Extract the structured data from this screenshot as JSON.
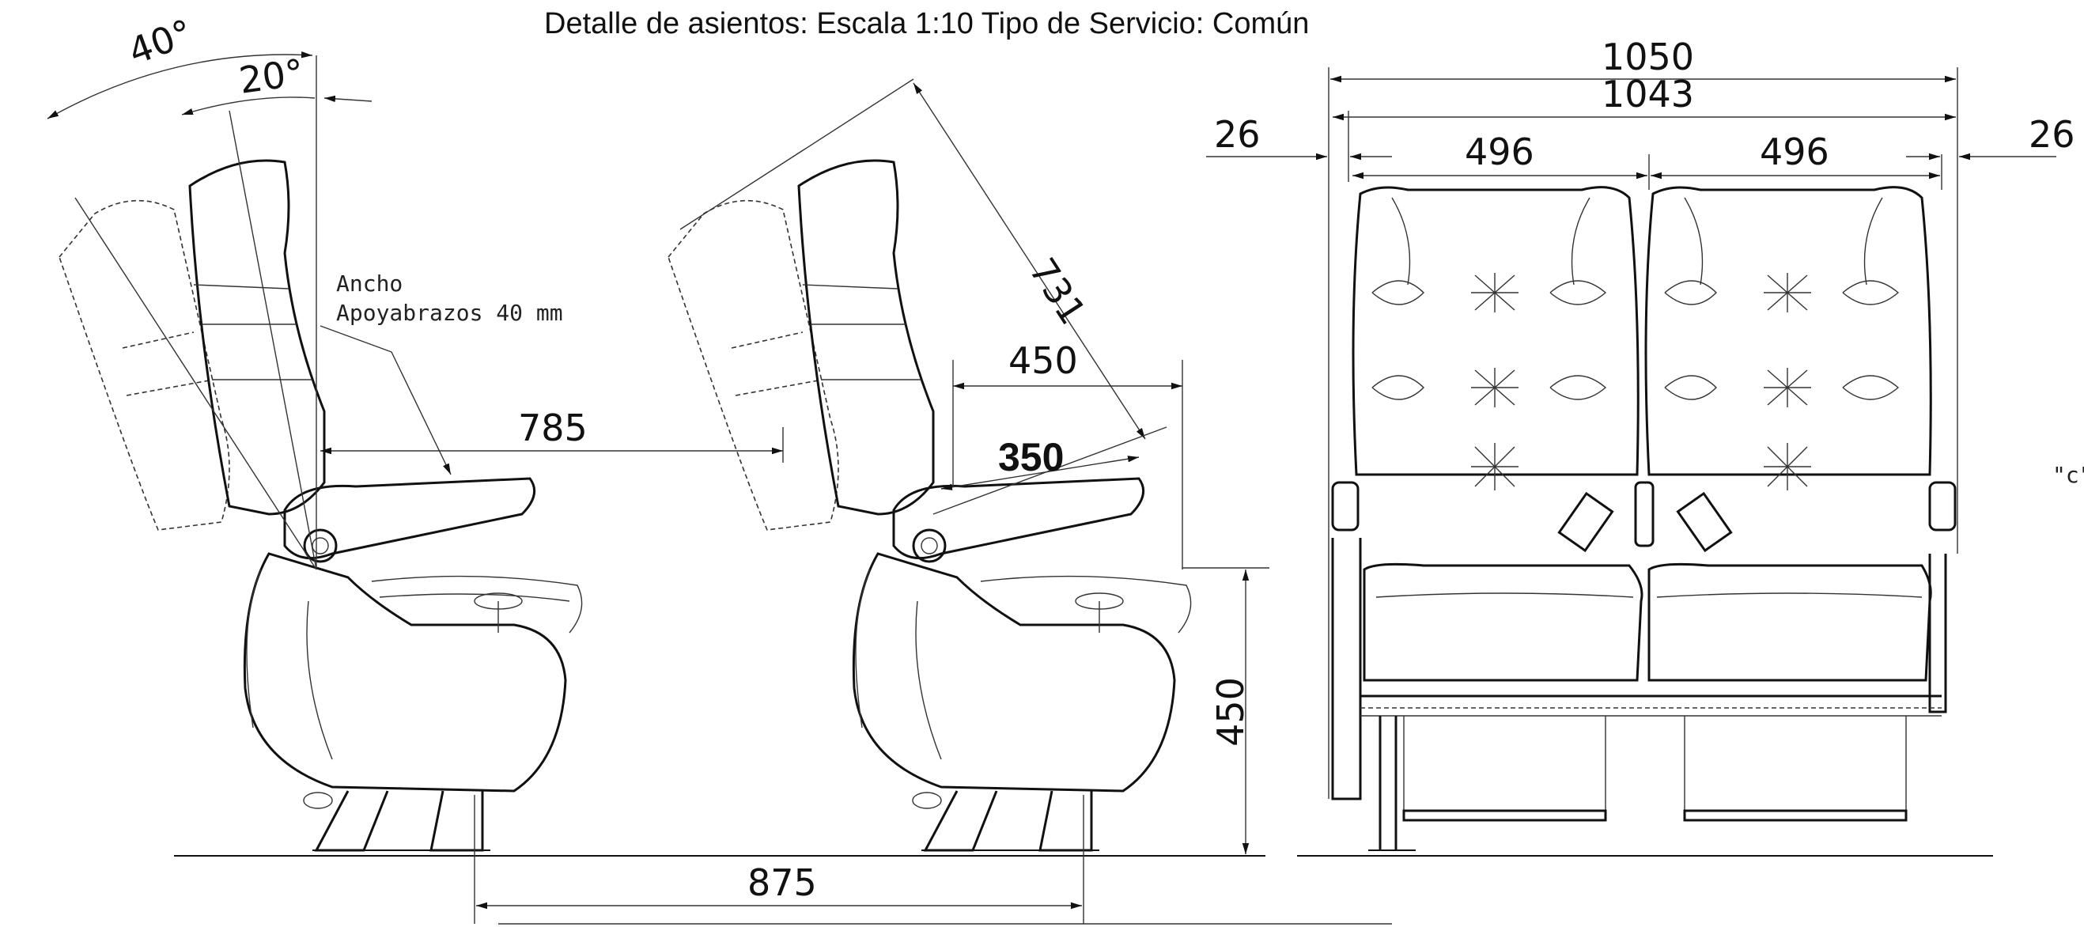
{
  "title": "Detalle de asientos: Escala 1:10 Tipo de Servicio: Común",
  "annotations": {
    "ancho": "Ancho",
    "apoyabrazos": "Apoyabrazos 40 mm",
    "view_marker": "\"c\""
  },
  "dimensions": {
    "angle_40": "40°",
    "angle_20": "20°",
    "aisle_785": "785",
    "seat_731": "731",
    "seat_450_top": "450",
    "seat_350": "350",
    "height_450": "450",
    "pitch_875": "875",
    "width_1050": "1050",
    "width_1043": "1043",
    "left_26": "26",
    "right_26": "26",
    "seat_496_left": "496",
    "seat_496_right": "496"
  }
}
